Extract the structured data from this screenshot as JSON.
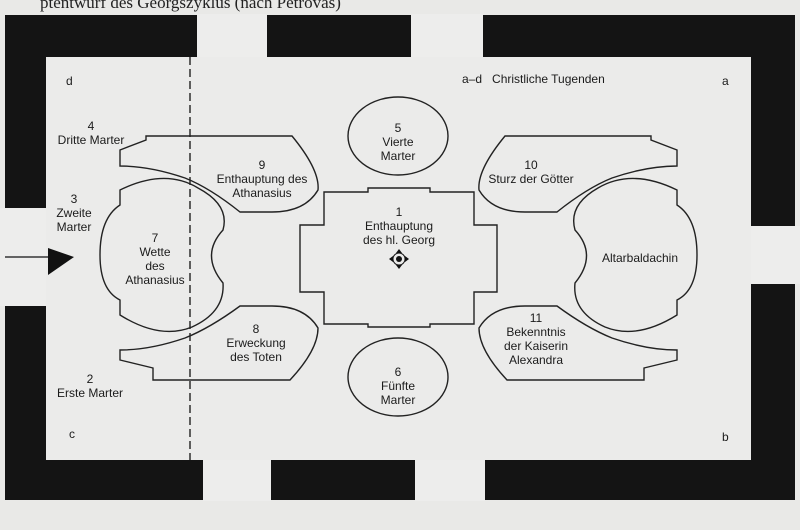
{
  "caption": "ptentwurf des Georgszyklus (nach Petrovas)",
  "legend": "a–d   Christliche Tugenden",
  "corners": {
    "a": "a",
    "b": "b",
    "c": "c",
    "d": "d"
  },
  "fields": [
    {
      "num": "1",
      "text": [
        "Enthauptung",
        "des hl. Georg"
      ]
    },
    {
      "num": "2",
      "text": [
        "Erste Marter"
      ]
    },
    {
      "num": "3",
      "text": [
        "Zweite",
        "Marter"
      ]
    },
    {
      "num": "4",
      "text": [
        "Dritte Marter"
      ]
    },
    {
      "num": "5",
      "text": [
        "Vierte",
        "Marter"
      ]
    },
    {
      "num": "6",
      "text": [
        "Fünfte",
        "Marter"
      ]
    },
    {
      "num": "7",
      "text": [
        "Wette",
        "des",
        "Athanasius"
      ]
    },
    {
      "num": "8",
      "text": [
        "Erweckung",
        "des Toten"
      ]
    },
    {
      "num": "9",
      "text": [
        "Enthauptung des",
        "Athanasius"
      ]
    },
    {
      "num": "10",
      "text": [
        "Sturz der Götter"
      ]
    },
    {
      "num": "11",
      "text": [
        "Bekenntnis",
        "der Kaiserin",
        "Alexandra"
      ]
    }
  ],
  "altar": "Altarbaldachin",
  "colors": {
    "wall": "#141414",
    "floor": "#ebebea",
    "line": "#222222"
  }
}
